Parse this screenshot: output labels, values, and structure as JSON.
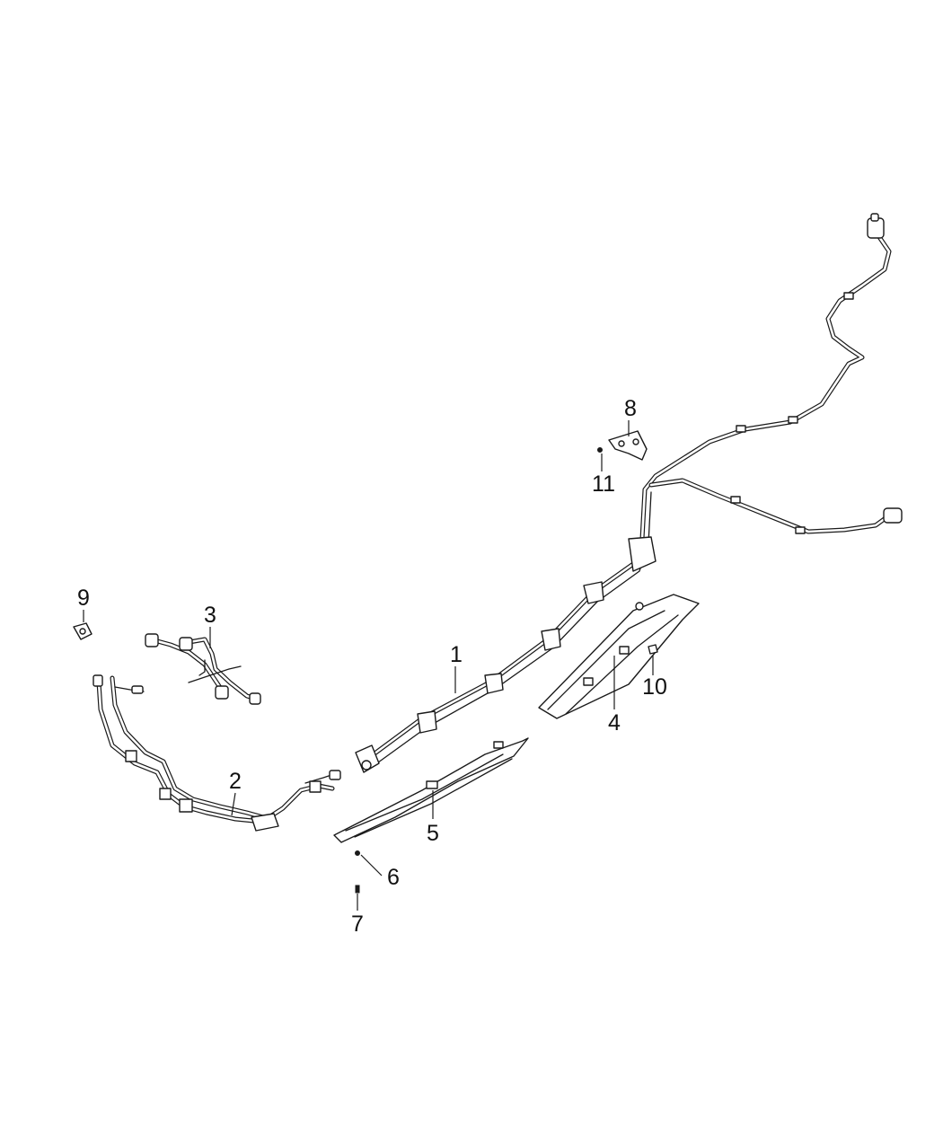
{
  "diagram": {
    "callouts": [
      {
        "id": "callout-1",
        "label": "1"
      },
      {
        "id": "callout-2",
        "label": "2"
      },
      {
        "id": "callout-3",
        "label": "3"
      },
      {
        "id": "callout-4",
        "label": "4"
      },
      {
        "id": "callout-5",
        "label": "5"
      },
      {
        "id": "callout-6",
        "label": "6"
      },
      {
        "id": "callout-7",
        "label": "7"
      },
      {
        "id": "callout-8",
        "label": "8"
      },
      {
        "id": "callout-9",
        "label": "9"
      },
      {
        "id": "callout-10",
        "label": "10"
      },
      {
        "id": "callout-11",
        "label": "11"
      }
    ]
  }
}
